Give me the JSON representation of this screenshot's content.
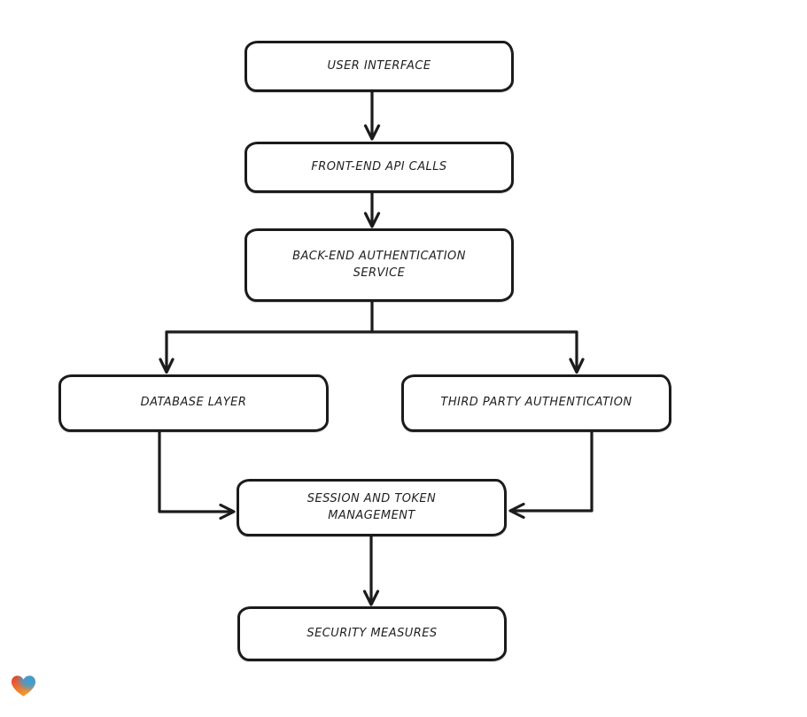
{
  "diagram": {
    "type": "flowchart",
    "background": "#ffffff",
    "stroke_color": "#1b1b1b",
    "node_fill": "#ffffff",
    "nodes": [
      {
        "id": "user-interface",
        "label": "USER INTERFACE"
      },
      {
        "id": "front-end-api-calls",
        "label": "FRONT-END API CALLS"
      },
      {
        "id": "back-end-authentication-service",
        "label": "BACK-END AUTHENTICATION SERVICE"
      },
      {
        "id": "database-layer",
        "label": "DATABASE LAYER"
      },
      {
        "id": "third-party-authentication",
        "label": "THIRD PARTY AUTHENTICATION"
      },
      {
        "id": "session-and-token-management",
        "label": "SESSION AND TOKEN MANAGEMENT"
      },
      {
        "id": "security-measures",
        "label": "SECURITY MEASURES"
      }
    ],
    "edges": [
      {
        "from": "user-interface",
        "to": "front-end-api-calls"
      },
      {
        "from": "front-end-api-calls",
        "to": "back-end-authentication-service"
      },
      {
        "from": "back-end-authentication-service",
        "to": "database-layer"
      },
      {
        "from": "back-end-authentication-service",
        "to": "third-party-authentication"
      },
      {
        "from": "database-layer",
        "to": "session-and-token-management"
      },
      {
        "from": "third-party-authentication",
        "to": "session-and-token-management"
      },
      {
        "from": "session-and-token-management",
        "to": "security-measures"
      }
    ],
    "logo": {
      "name": "gradient-heart",
      "colors": [
        "#e23b34",
        "#f6a02d",
        "#36a1d9"
      ]
    }
  }
}
